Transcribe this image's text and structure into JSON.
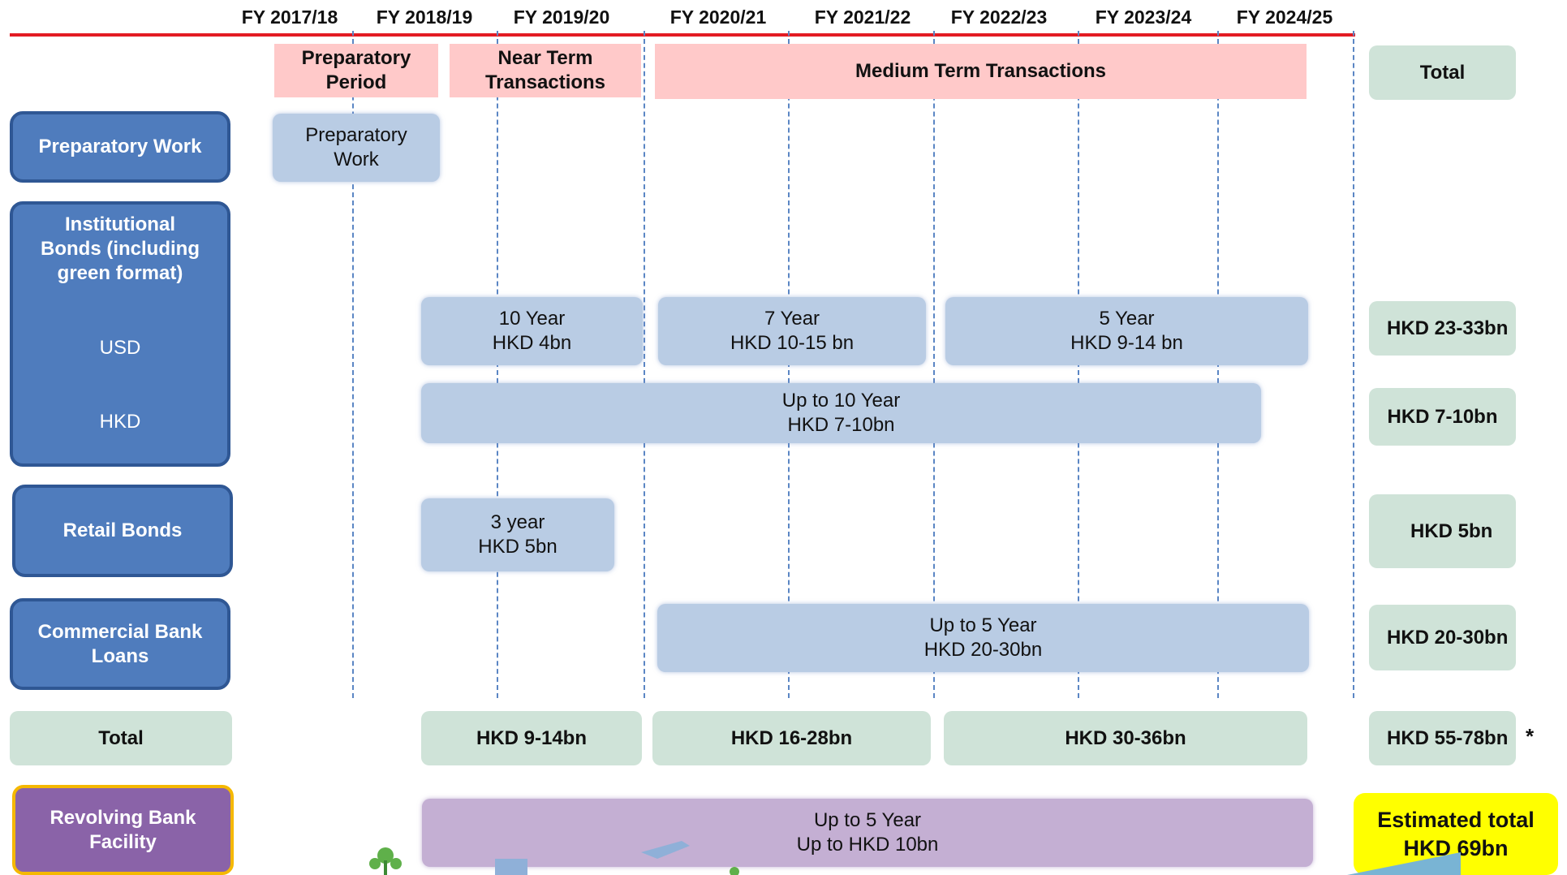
{
  "fiscal_years": [
    "FY 2017/18",
    "FY 2018/19",
    "FY 2019/20",
    "FY 2020/21",
    "FY 2021/22",
    "FY 2022/23",
    "FY 2023/24",
    "FY 2024/25"
  ],
  "phases": {
    "preparatory": "Preparatory Period",
    "near_term": "Near Term Transactions",
    "medium_term": "Medium Term Transactions",
    "total": "Total"
  },
  "categories": {
    "preparatory_work": "Preparatory Work",
    "institutional_bonds": "Institutional Bonds (including green format)",
    "usd": "USD",
    "hkd": "HKD",
    "retail_bonds": "Retail Bonds",
    "commercial_bank_loans": "Commercial Bank Loans",
    "total": "Total",
    "revolving": "Revolving Bank Facility"
  },
  "bars": {
    "preparatory_work": {
      "line1": "Preparatory",
      "line2": "Work"
    },
    "usd_10y": {
      "line1": "10 Year",
      "line2": "HKD 4bn"
    },
    "usd_7y": {
      "line1": "7 Year",
      "line2": "HKD 10-15 bn"
    },
    "usd_5y": {
      "line1": "5 Year",
      "line2": "HKD 9-14 bn"
    },
    "hkd_10y": {
      "line1": "Up to 10 Year",
      "line2": "HKD 7-10bn"
    },
    "retail_3y": {
      "line1": "3 year",
      "line2": "HKD 5bn"
    },
    "loans_5y": {
      "line1": "Up to 5 Year",
      "line2": "HKD 20-30bn"
    },
    "revolving_5y": {
      "line1": "Up to 5 Year",
      "line2": "Up to HKD 10bn"
    }
  },
  "period_totals": {
    "near_term": "HKD 9-14bn",
    "fy2020_21_2021_22": "HKD 16-28bn",
    "fy2022_23_onward": "HKD 30-36bn"
  },
  "row_totals": {
    "usd": "HKD 23-33bn",
    "hkd": "HKD 7-10bn",
    "retail": "HKD 5bn",
    "loans": "HKD 20-30bn",
    "grand": "HKD 55-78bn",
    "grand_marker": "*"
  },
  "estimated_total": {
    "line1": "Estimated total",
    "line2": "HKD 69bn"
  },
  "colors": {
    "accent_red": "#e31b23",
    "category_blue": "#4f7cbd",
    "bar_blue": "#b9cce4",
    "phase_pink": "#ffc9c9",
    "total_green": "#cfe3d8",
    "revolving_purple": "#8a63a8",
    "estimate_yellow": "#ffff00"
  }
}
